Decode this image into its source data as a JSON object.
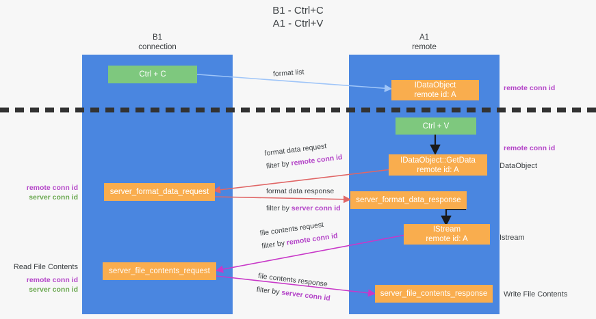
{
  "title": "B1 - Ctrl+C\nA1 - Ctrl+V",
  "lanes": [
    {
      "name": "b1",
      "header": "B1\nconnection"
    },
    {
      "name": "a1",
      "header": "A1\nremote"
    }
  ],
  "colors": {
    "lane": "#4a86e0",
    "green_node": "#7ec87e",
    "orange_node": "#f9ad4e",
    "remote_conn_id": "#b445c8",
    "server_conn_id": "#6aa84f",
    "divider": "#333333",
    "arrow_format_list": "#9fc5f8",
    "arrow_format_data": "#e06666",
    "arrow_file_contents": "#c838c8",
    "arrow_black": "#1a1a1a"
  },
  "nodes": {
    "ctrl_c": "Ctrl + C",
    "idataobject": "IDataObject\nremote id: A",
    "ctrl_v": "Ctrl + V",
    "getdata": "IDataObject::GetData\nremote id: A",
    "server_format_data_request": "server_format_data_request",
    "server_format_data_response": "server_format_data_response",
    "istream": "IStream\nremote id: A",
    "server_file_contents_request": "server_file_contents_request",
    "server_file_contents_response": "server_file_contents_response"
  },
  "arrow_labels": {
    "format_list": "format list",
    "format_data_request": "format data request",
    "format_data_request_filter_prefix": "filter by ",
    "format_data_request_filter_key": "remote conn id",
    "format_data_response": "format data response",
    "format_data_response_filter_prefix": "filter by ",
    "format_data_response_filter_key": "server conn id",
    "file_contents_request": "file contents request",
    "file_contents_request_filter_prefix": "filter by ",
    "file_contents_request_filter_key": "remote conn id",
    "file_contents_response": "file contents response",
    "file_contents_response_filter_prefix": "filter by ",
    "file_contents_response_filter_key": "server conn id"
  },
  "side_labels": {
    "right_remote_conn_id_top": "remote conn id",
    "right_remote_conn_id_mid": "remote conn id",
    "right_dataobject": "DataObject",
    "right_istream": "Istream",
    "right_write_file_contents": "Write File Contents",
    "left_remote_conn_id": "remote conn id",
    "left_server_conn_id": "server conn id",
    "left_read_file_contents": "Read File Contents",
    "left_remote_conn_id_2": "remote conn id",
    "left_server_conn_id_2": "server conn id"
  }
}
